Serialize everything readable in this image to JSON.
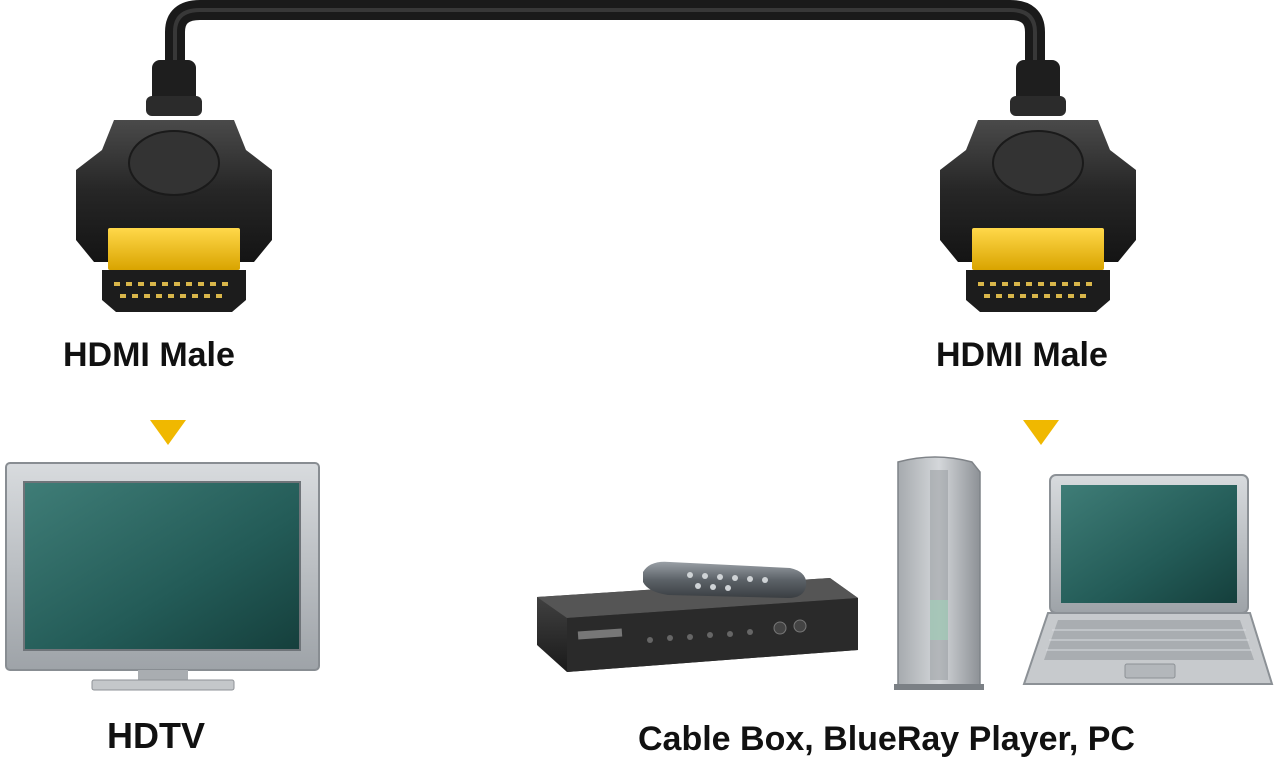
{
  "diagram": {
    "left_plug_label": "HDMI Male",
    "right_plug_label": "HDMI Male",
    "left_device_label": "HDTV",
    "right_device_label": "Cable Box, BlueRay Player, PC",
    "icons": [
      "hdmi-plug-icon",
      "down-arrow-icon",
      "tv-icon",
      "cable-box-icon",
      "remote-icon",
      "pc-tower-icon",
      "laptop-icon"
    ],
    "colors": {
      "plug_body": "#2a2a2a",
      "connector_gold": "#f2c200",
      "arrow": "#f0b800",
      "screen": "#235b57",
      "frame_gray": "#b8bcc0"
    }
  }
}
